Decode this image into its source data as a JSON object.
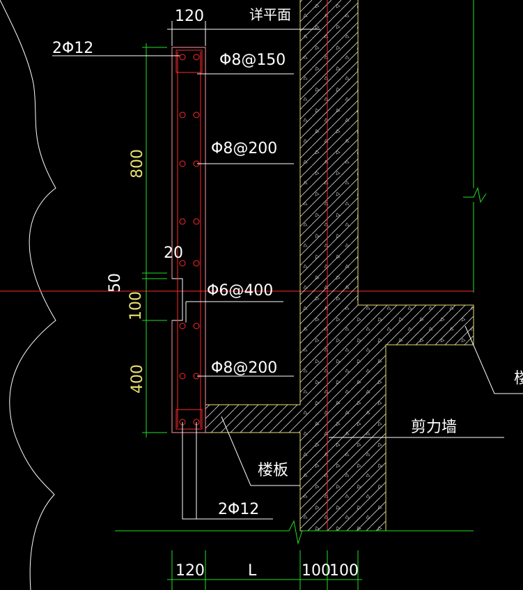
{
  "colors": {
    "background": "#000000",
    "outline": "#ffffff",
    "dimension": "#22e022",
    "boundary": "#e8e070",
    "rebar": "#ff2a2a",
    "concrete_edge": "#ff9aa8"
  },
  "dimensions": {
    "top_width": "120",
    "height_upper": "800",
    "groove_depth": "20",
    "groove_gap": "50",
    "groove_height": "100",
    "height_lower": "400",
    "bottom_w1": "120",
    "bottom_w2": "L",
    "bottom_w3": "100",
    "bottom_w4": "100"
  },
  "labels": {
    "see_plan": "详平面",
    "top_bars": "2Φ12",
    "stirrup_top": "Φ8@150",
    "stirrup_upper": "Φ8@200",
    "stirrup_groove": "Φ6@400",
    "stirrup_lower": "Φ8@200",
    "bottom_bars": "2Φ12",
    "slab": "楼板",
    "shear_wall": "剪力墙",
    "edge_partial": "楼"
  }
}
